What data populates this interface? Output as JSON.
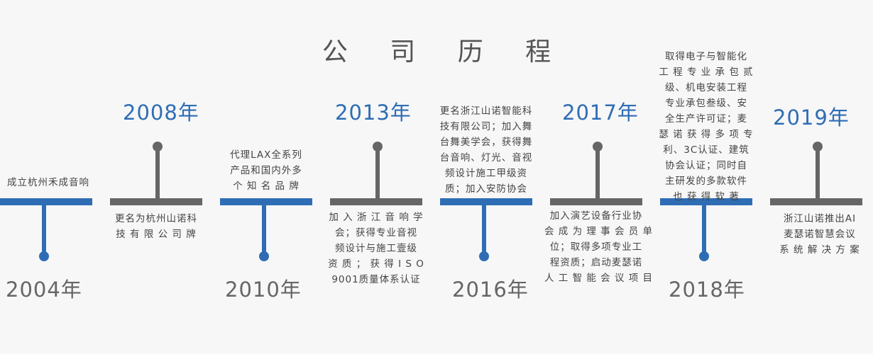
{
  "title": "公 司 历 程",
  "events": [
    {
      "year": "2004年",
      "lines": [
        "成立杭州禾成音响"
      ]
    },
    {
      "year": "2008年",
      "lines": [
        "更名为杭州山诺科",
        "技 有 限 公 司 牌"
      ]
    },
    {
      "year": "2010年",
      "lines": [
        "代理LAX全系列",
        "产品和国内外多",
        "个 知 名 品 牌"
      ]
    },
    {
      "year": "2013年",
      "lines": [
        "加 入 浙 江 音 响 学",
        "会；获得专业音视",
        "频设计与施工壹级",
        "资 质 ； 获 得 I S O",
        "9001质量体系认证"
      ]
    },
    {
      "year": "2016年",
      "lines": [
        "更名浙江山诺智能科",
        "技有限公司；加入舞",
        "台舞美学会，获得舞",
        "台音响、灯光、音视",
        "频设计施工甲级资",
        "质；加入安防协会"
      ]
    },
    {
      "year": "2017年",
      "lines": [
        "加入演艺设备行业协",
        "会 成 为 理 事 会 员 单",
        "位；取得多项专业工",
        "程资质；启动麦瑟诺",
        "人 工 智 能 会 议 项 目"
      ]
    },
    {
      "year": "2018年",
      "lines": [
        "取得电子与智能化",
        "工 程 专 业 承 包 贰",
        "级、机电安装工程",
        "专业承包叁级、安",
        "全生产许可证；麦",
        "瑟 诺 获 得 多 项 专",
        "利、3C认证、建筑",
        "协会认证；同时自",
        "主研发的多款软件",
        "也  获  得  软  著"
      ]
    },
    {
      "year": "2019年",
      "lines": [
        "浙江山诺推出AI",
        "麦瑟诺智慧会议",
        "系 统 解 决 方 案"
      ]
    }
  ],
  "colors": {
    "blue": "#2e6db4",
    "grey": "#666666",
    "background": "#f7f7f8"
  }
}
